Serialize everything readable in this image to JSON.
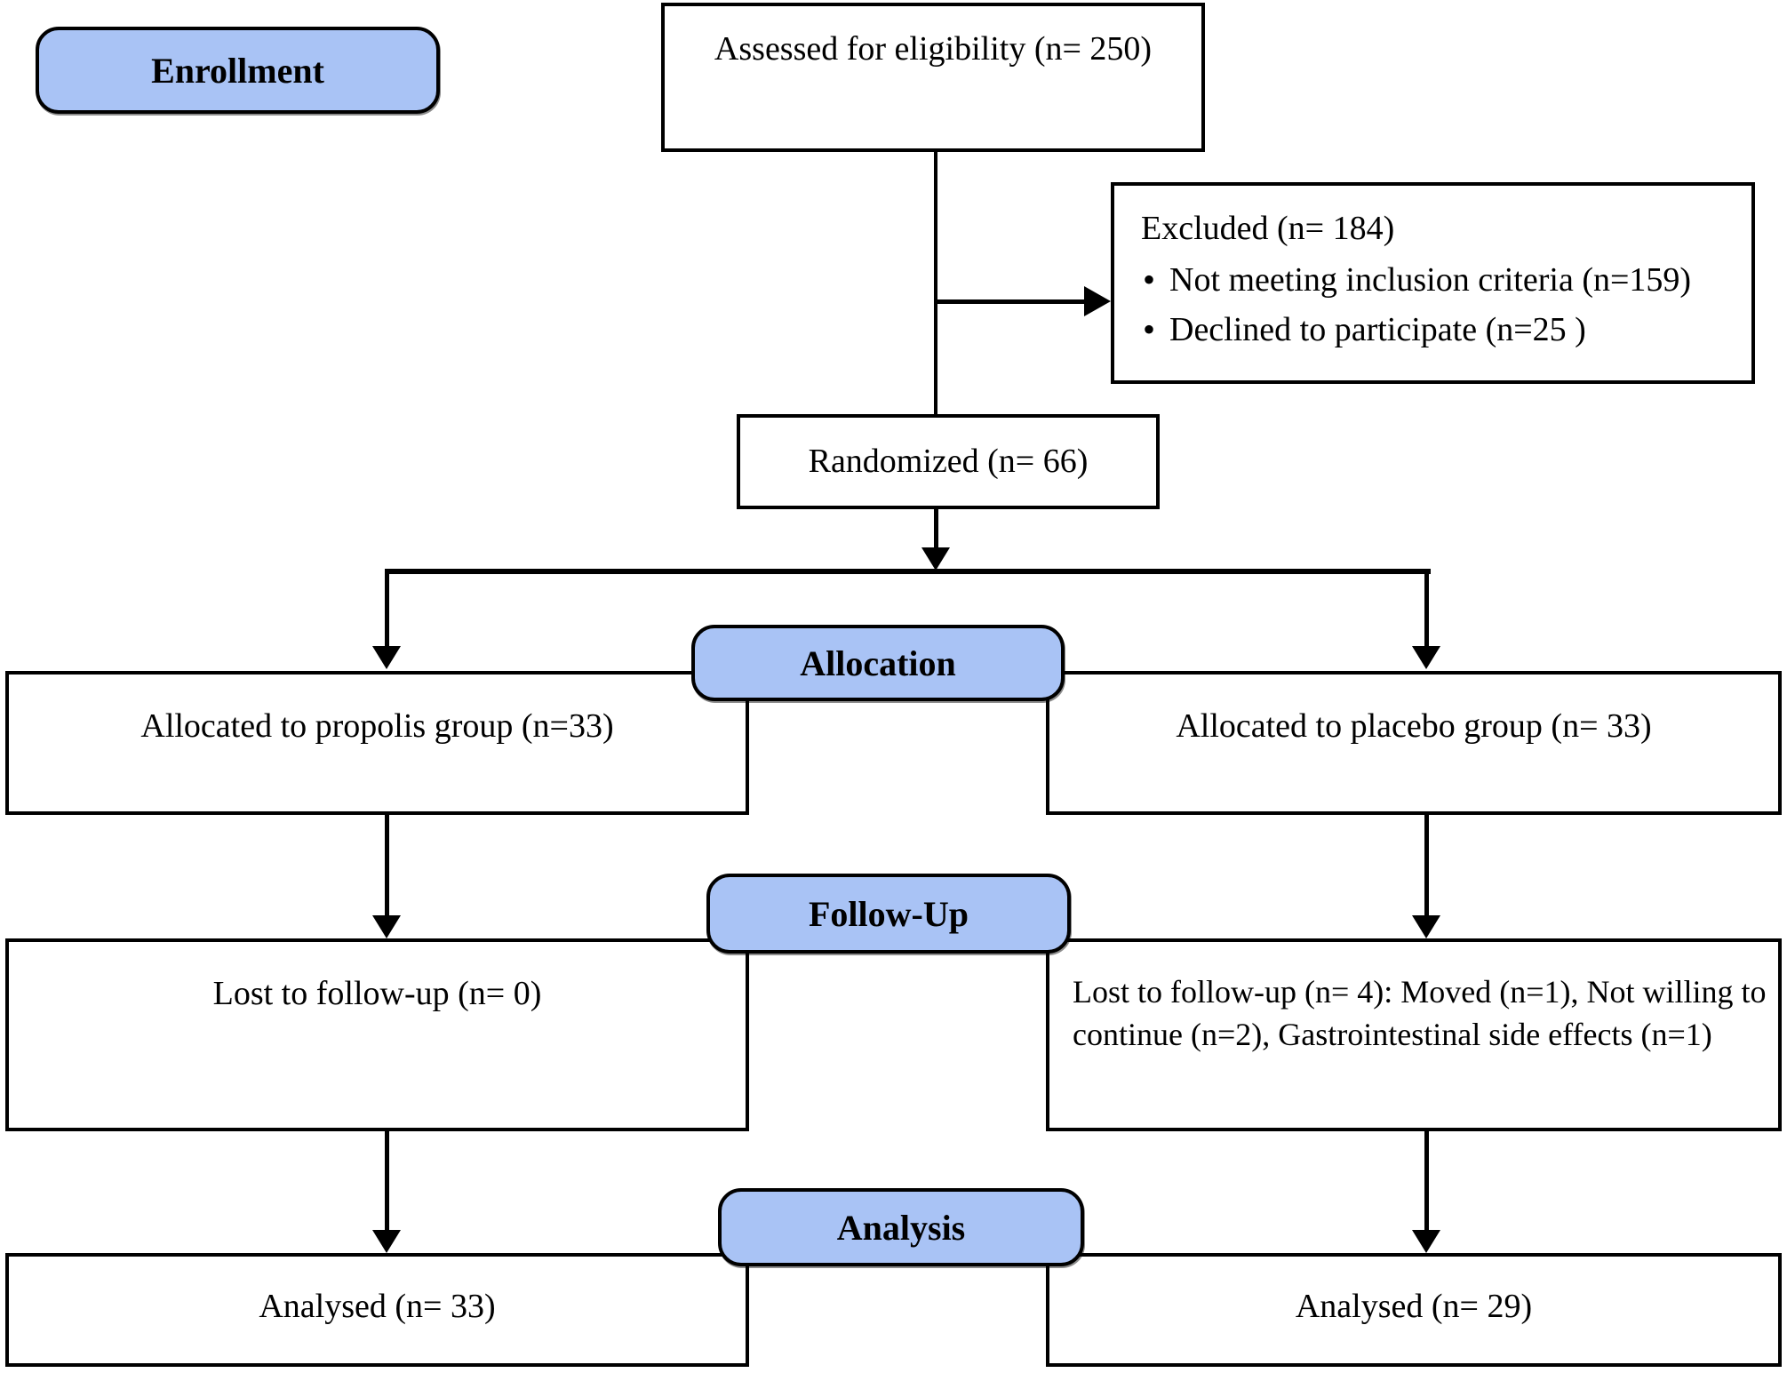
{
  "diagram": {
    "stages": {
      "enrollment": "Enrollment",
      "allocation": "Allocation",
      "followup": "Follow-Up",
      "analysis": "Analysis"
    },
    "boxes": {
      "assessed": "Assessed for eligibility (n= 250)",
      "excluded_title": "Excluded (n= 184)",
      "excluded_bullets": [
        "Not meeting inclusion criteria (n=159)",
        "Declined to participate (n=25 )"
      ],
      "randomized": "Randomized (n= 66)",
      "allocated_propolis": "Allocated to propolis group (n=33)",
      "allocated_placebo": "Allocated to placebo group (n= 33)",
      "lost_propolis": "Lost to follow-up (n= 0)",
      "lost_placebo": "Lost to follow-up (n= 4): Moved (n=1), Not willing to continue (n=2), Gastrointestinal side effects (n=1)",
      "analysed_propolis": "Analysed (n= 33)",
      "analysed_placebo": "Analysed (n= 29)"
    },
    "colors": {
      "stage_fill": "#a9c3f5",
      "line": "#000000",
      "box_fill": "#ffffff"
    }
  }
}
